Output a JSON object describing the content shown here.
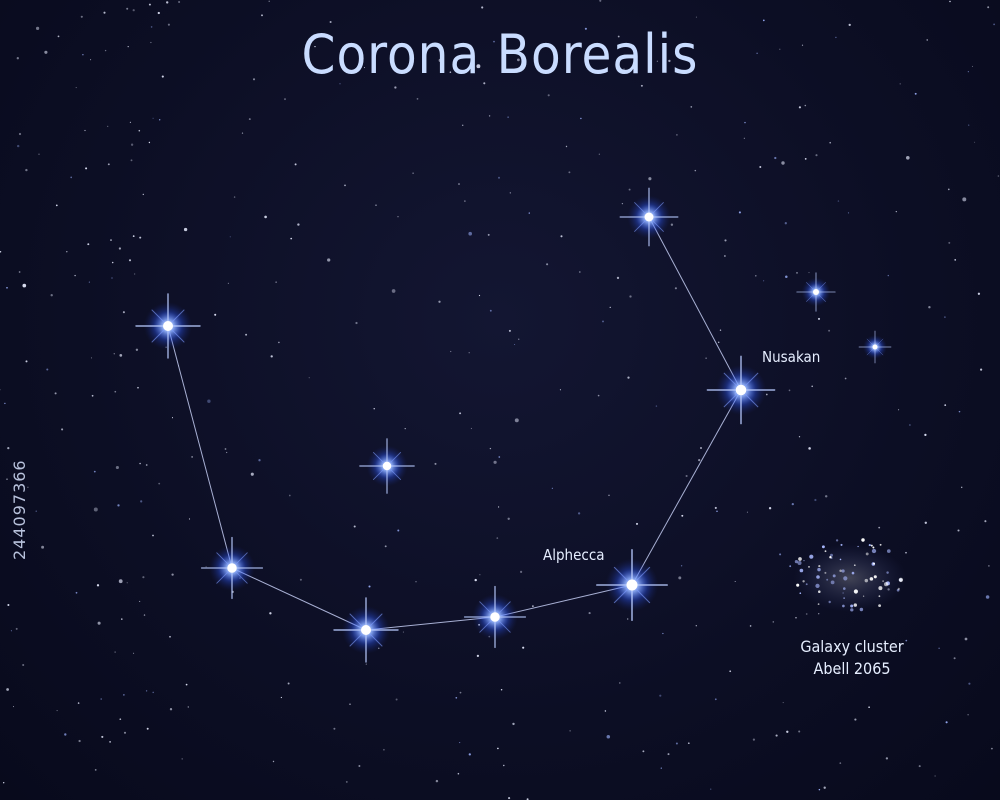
{
  "title": "Corona Borealis",
  "star_labels": {
    "nusakan": "Nusakan",
    "alphecca": "Alphecca"
  },
  "cluster_label": {
    "line1": "Galaxy cluster",
    "line2": "Abell 2065"
  },
  "side_id": "244097366",
  "colors": {
    "background": "#0c0e24",
    "star_core": "#ffffff",
    "star_glow": "#2f5bff",
    "line": "#cfd8ff",
    "title": "#c9dcff"
  }
}
